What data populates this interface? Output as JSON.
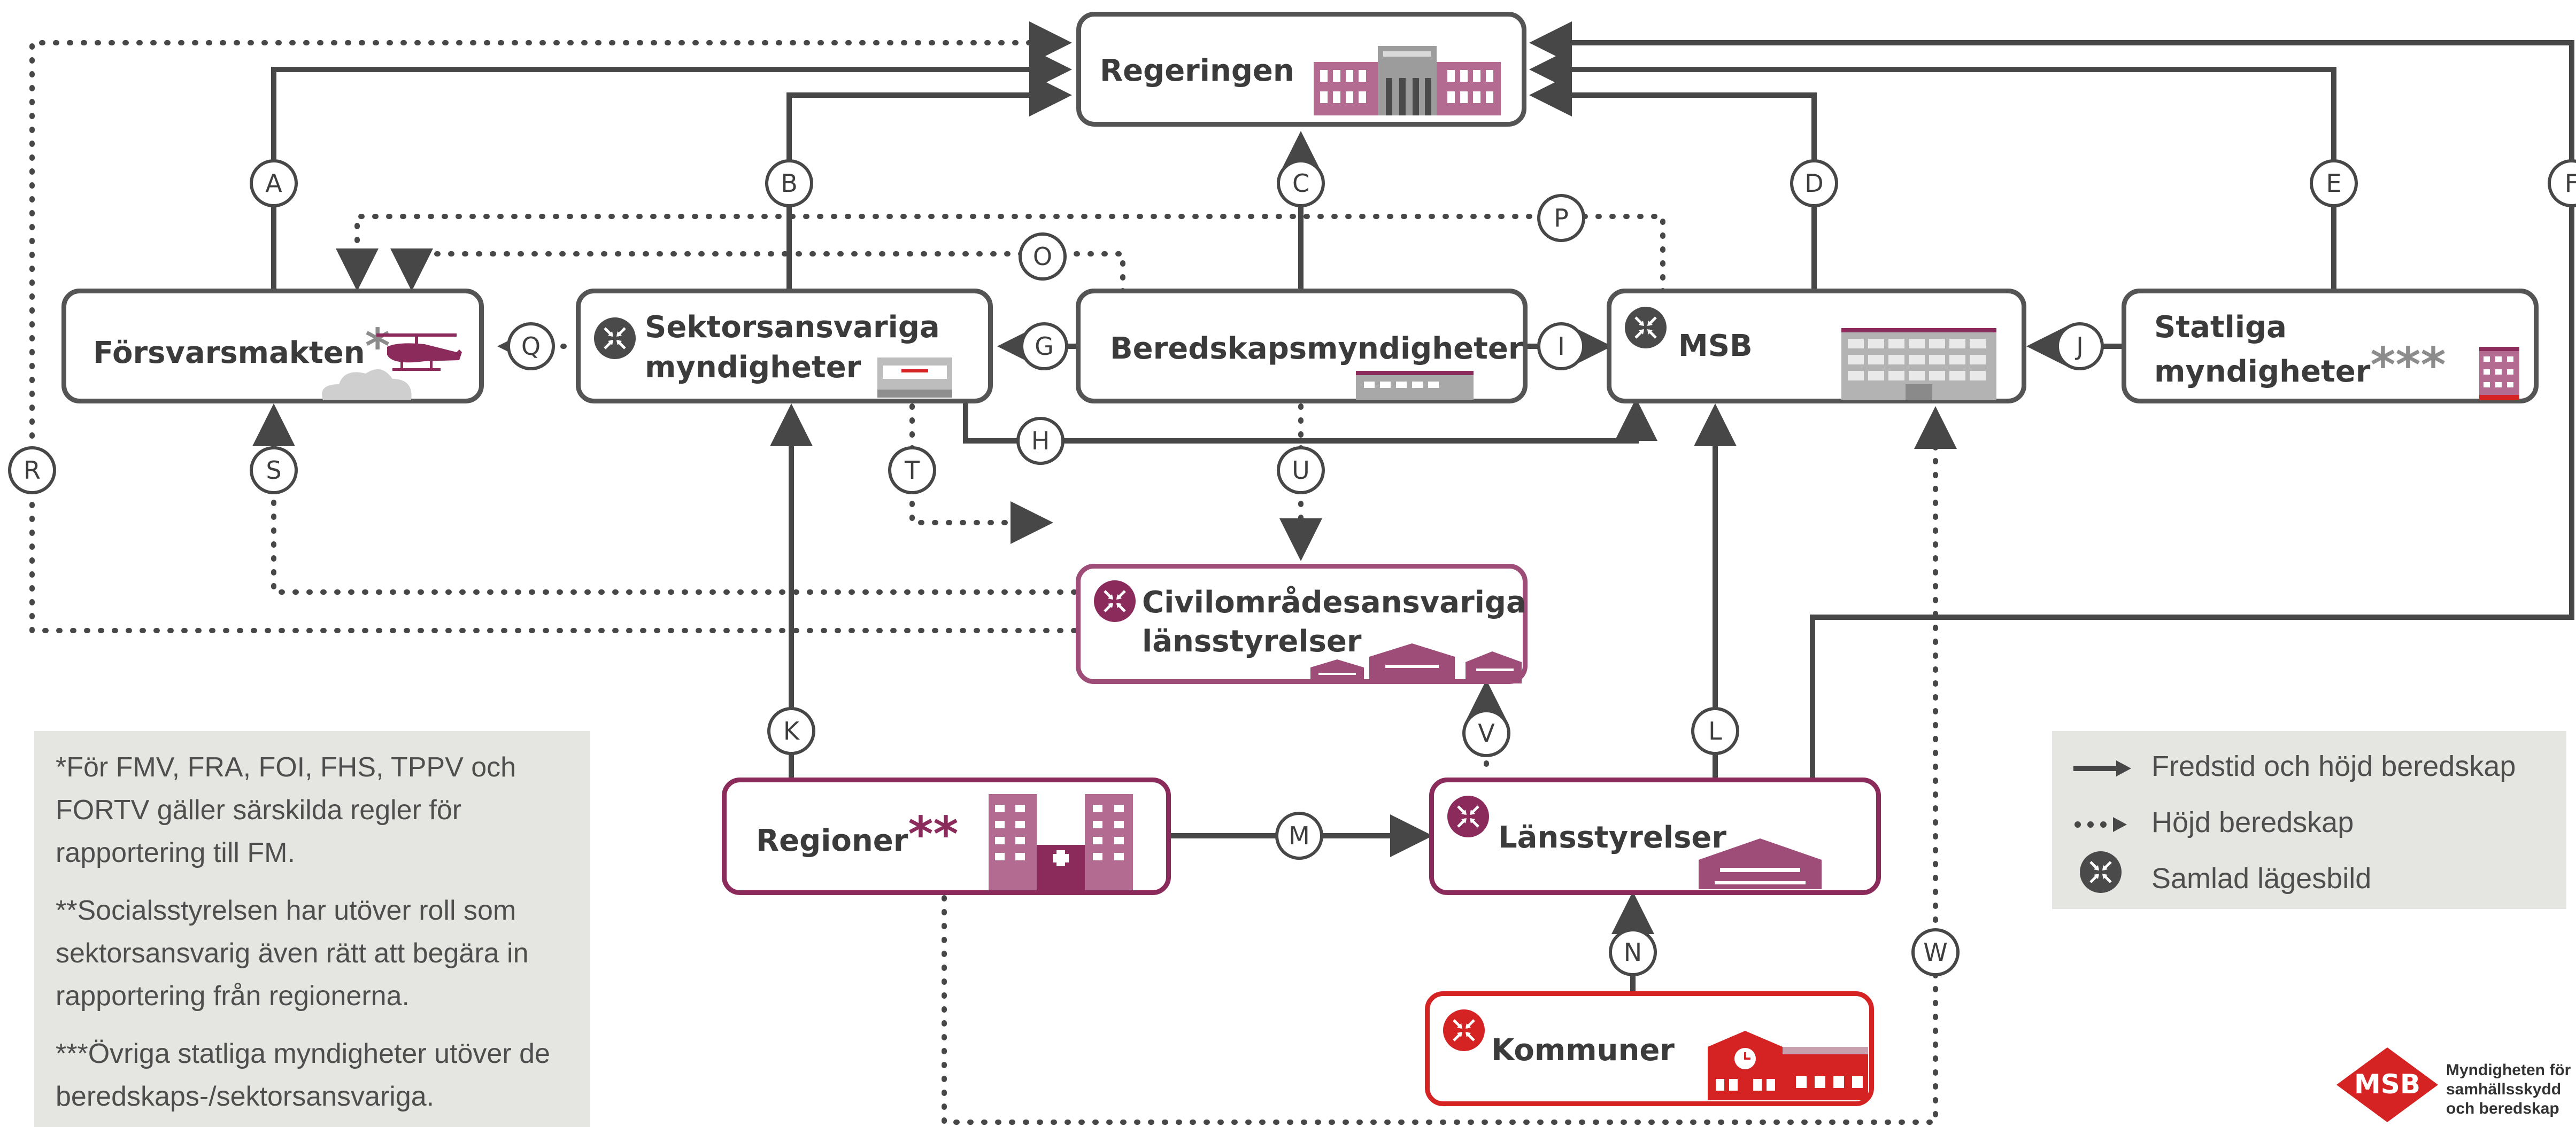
{
  "nodes": {
    "regeringen": "Regeringen",
    "forsvarsmakten": "Försvarsmakten",
    "sektorsansvariga_1": "Sektorsansvariga",
    "sektorsansvariga_2": "myndigheter",
    "beredskapsmyndigheter": "Beredskapsmyndigheter",
    "msb": "MSB",
    "statliga_1": "Statliga",
    "statliga_2": "myndigheter",
    "civilomrade_1": "Civilområdesansvariga",
    "civilomrade_2": "länsstyrelser",
    "regioner": "Regioner",
    "lansstyrelser": "Länsstyrelser",
    "kommuner": "Kommuner"
  },
  "asterisks": {
    "forsvarsmakten": "*",
    "regioner": "**",
    "statliga": "***"
  },
  "connectors": [
    "A",
    "B",
    "C",
    "D",
    "E",
    "F",
    "G",
    "H",
    "I",
    "J",
    "K",
    "L",
    "M",
    "N",
    "O",
    "P",
    "Q",
    "R",
    "S",
    "T",
    "U",
    "V",
    "W"
  ],
  "notes": [
    "*För FMV, FRA, FOI, FHS, TPPV och FORTV gäller särskilda regler för rapportering till FM.",
    "**Socialsstyrelsen har utöver roll som sektorsansvarig även rätt att begära in rapportering från regionerna.",
    "***Övriga statliga myndigheter utöver de beredskaps-/sektorsansvariga."
  ],
  "legend": {
    "solid": "Fredstid och höjd beredskap",
    "dotted": "Höjd beredskap",
    "badge": "Samlad lägesbild"
  },
  "logo": {
    "mark": "MSB",
    "line1": "Myndigheten för",
    "line2": "samhällsskydd",
    "line3": "och beredskap"
  },
  "colors": {
    "line": "#474747",
    "purple": "#8b2b5c",
    "red": "#d52222",
    "grey_box": "#e5e6e1"
  },
  "icons": [
    "building-icon",
    "helicopter-icon",
    "cloud-icon",
    "consolidated-view-icon",
    "hospital-icon",
    "barn-icon",
    "town-hall-icon",
    "office-building-icon"
  ]
}
